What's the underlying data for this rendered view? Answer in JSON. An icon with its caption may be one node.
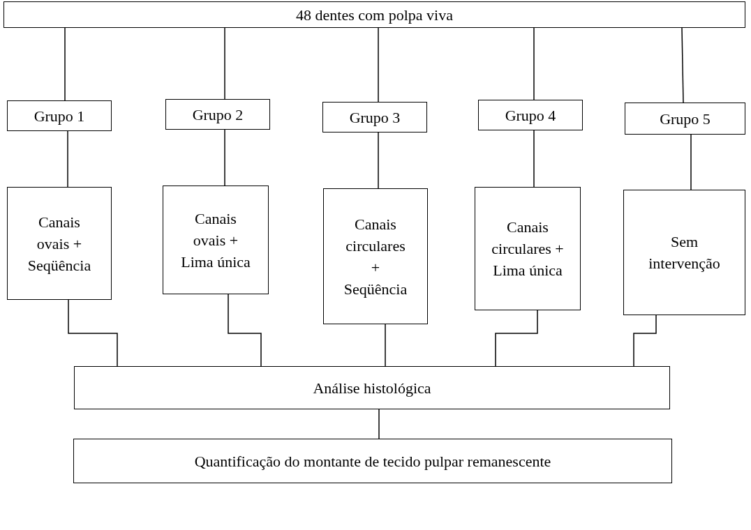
{
  "diagram": {
    "nodes": [
      {
        "text": [
          "48 dentes com polpa viva"
        ]
      },
      {
        "text": [
          "Grupo 1"
        ]
      },
      {
        "text": [
          "Grupo 2"
        ]
      },
      {
        "text": [
          "Grupo 3"
        ]
      },
      {
        "text": [
          "Grupo 4"
        ]
      },
      {
        "text": [
          "Grupo 5"
        ]
      },
      {
        "text": [
          "Canais ovais + Seqüência"
        ]
      },
      {
        "text": [
          "Canais ovais + Lima única"
        ]
      },
      {
        "text": [
          "Canais circulares + Seqüência"
        ]
      },
      {
        "text": [
          "Canais circulares + Lima única"
        ]
      },
      {
        "text": [
          "Sem intervenção"
        ]
      },
      {
        "text": [
          "Análise histológica"
        ]
      },
      {
        "text": [
          "Quantificação do montante de tecido pulpar remanescente"
        ]
      }
    ],
    "edges": [
      {
        "from": 0,
        "to": 1,
        "arrow": "none"
      },
      {
        "from": 0,
        "to": 2,
        "arrow": "none"
      },
      {
        "from": 0,
        "to": 3,
        "arrow": "none"
      },
      {
        "from": 0,
        "to": 4,
        "arrow": "none"
      },
      {
        "from": 0,
        "to": 5,
        "arrow": "none"
      },
      {
        "from": 1,
        "to": 6,
        "arrow": "none"
      },
      {
        "from": 2,
        "to": 7,
        "arrow": "none"
      },
      {
        "from": 3,
        "to": 8,
        "arrow": "none"
      },
      {
        "from": 4,
        "to": 9,
        "arrow": "none"
      },
      {
        "from": 5,
        "to": 10,
        "arrow": "none"
      },
      {
        "from": 6,
        "to": 11,
        "arrow": "none"
      },
      {
        "from": 7,
        "to": 11,
        "arrow": "none"
      },
      {
        "from": 8,
        "to": 11,
        "arrow": "none"
      },
      {
        "from": 9,
        "to": 11,
        "arrow": "none"
      },
      {
        "from": 10,
        "to": 11,
        "arrow": "none"
      },
      {
        "from": 11,
        "to": 12,
        "arrow": "none"
      }
    ]
  }
}
